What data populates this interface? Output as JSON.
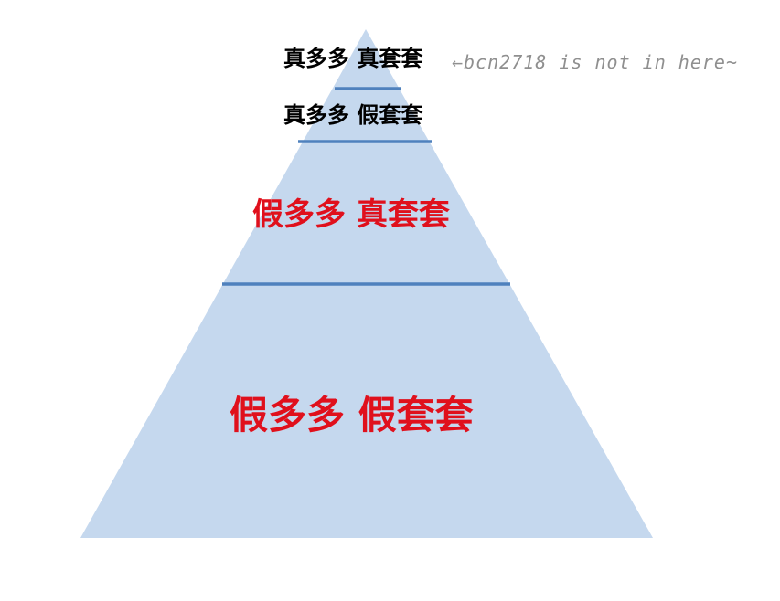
{
  "diagram": {
    "colors": {
      "pyramid_fill": "#c5d8ee",
      "divider": "#4f81bd",
      "top_text": "#000000",
      "bottom_text": "#e0101c",
      "annotation": "#8f8f8f"
    },
    "tiers": [
      {
        "label": "真多多 真套套"
      },
      {
        "label": "真多多 假套套"
      },
      {
        "label": "假多多 真套套"
      },
      {
        "label": "假多多 假套套"
      }
    ],
    "annotation": "←bcn2718 is not in here~"
  }
}
